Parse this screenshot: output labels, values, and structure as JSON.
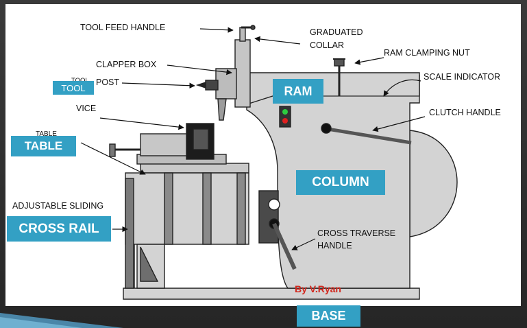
{
  "labels": {
    "tool_feed_handle": "TOOL FEED HANDLE",
    "graduated": "GRADUATED",
    "collar": "COLLAR",
    "ram_clamping_nut": "RAM CLAMPING NUT",
    "clapper_box": "CLAPPER BOX",
    "scale_indicator": "SCALE INDICATOR",
    "tool_post_prefix": "TOOL",
    "tool_post": "POST",
    "vice": "VICE",
    "clutch_handle": "CLUTCH HANDLE",
    "table": "TABLE",
    "adjustable_sliding": "ADJUSTABLE SLIDING",
    "cross_traverse": "CROSS TRAVERSE",
    "handle": "HANDLE"
  },
  "callouts": {
    "tool": "TOOL",
    "ram": "RAM",
    "table": "TABLE",
    "column": "COLUMN",
    "cross_rail": "CROSS RAIL",
    "base": "BASE"
  },
  "credit": "By V.Ryan",
  "colors": {
    "callout_bg": "#33a0c4",
    "machine_body": "#d3d3d3",
    "machine_dark": "#6e6e6e",
    "credit": "#d2281e",
    "indicator_green": "#2ecc40",
    "indicator_red": "#e02020"
  }
}
